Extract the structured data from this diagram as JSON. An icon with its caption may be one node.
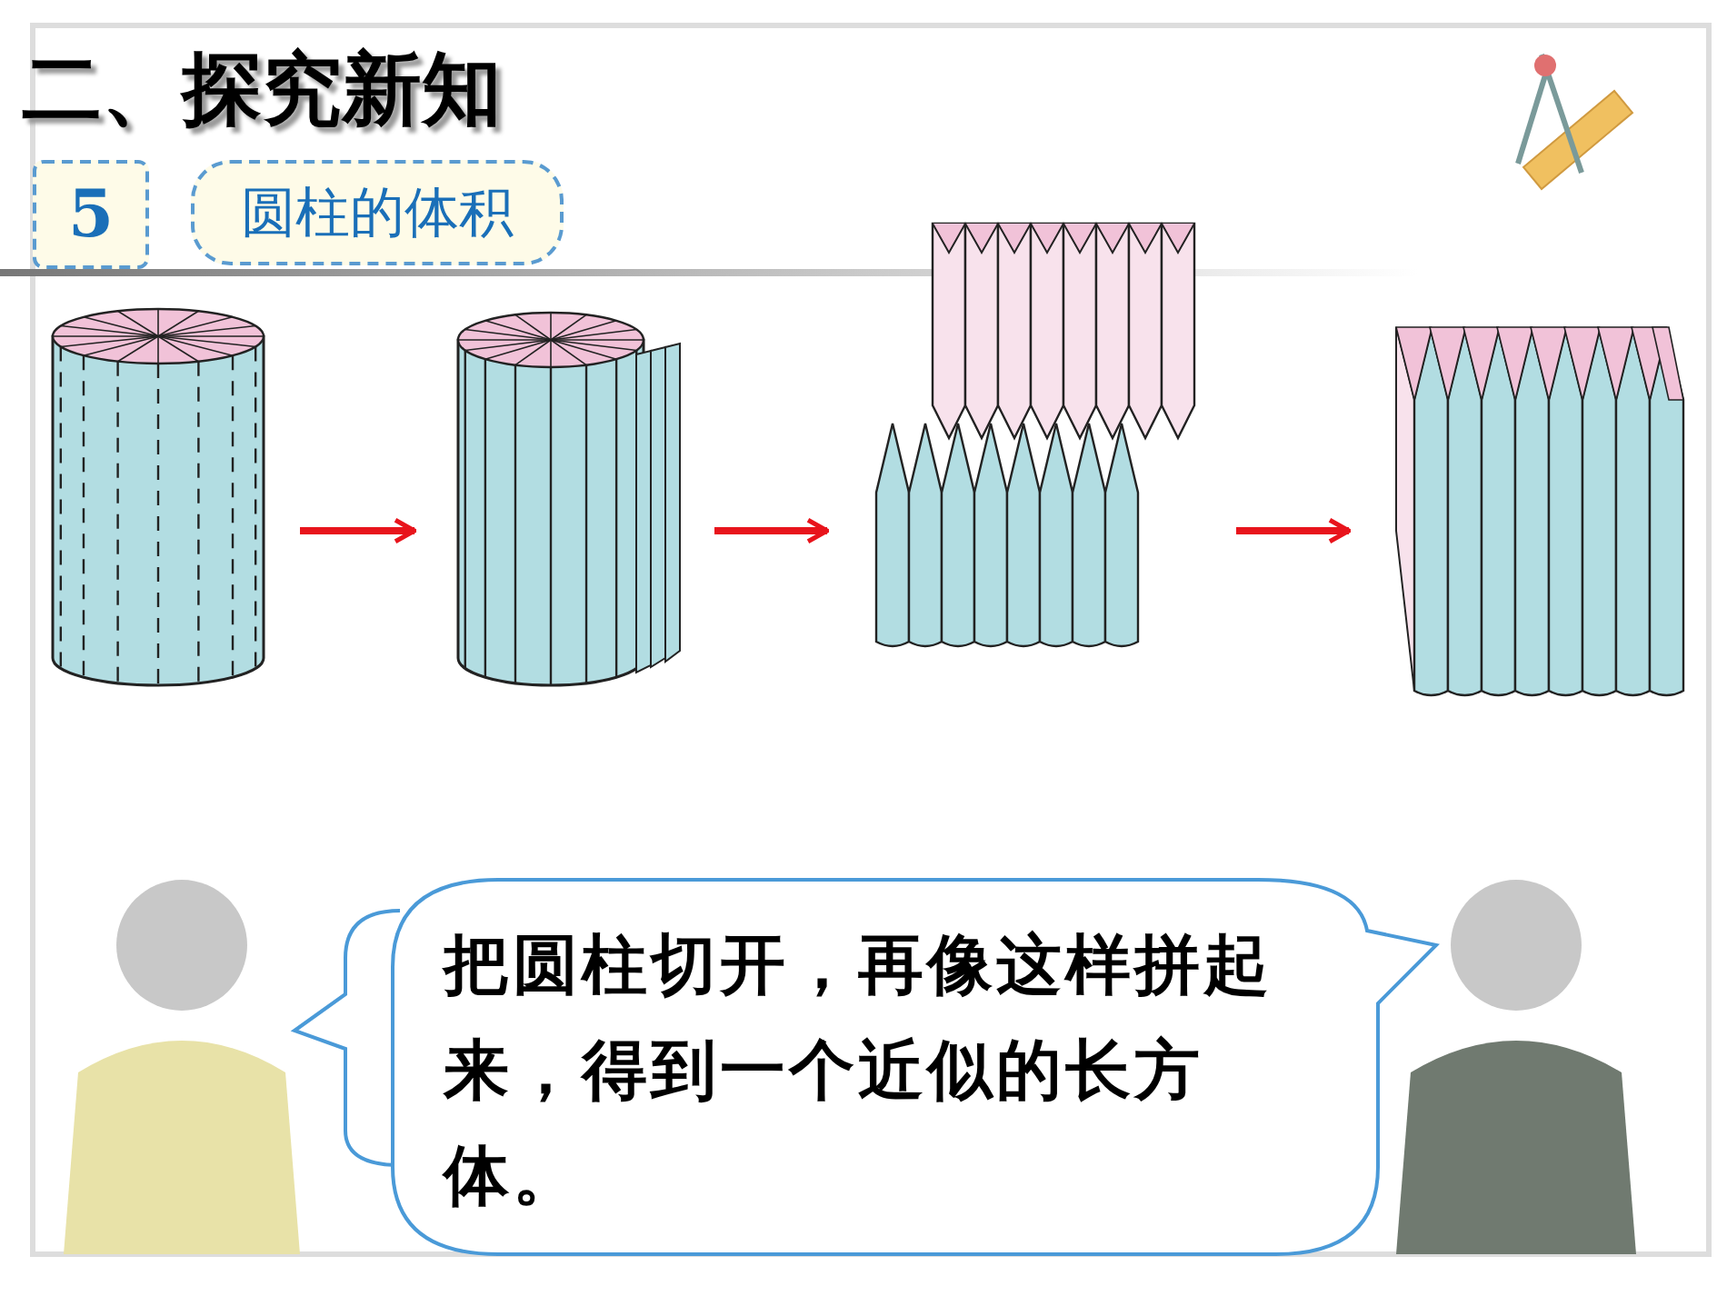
{
  "diagram": {
    "title": "二、探究新知",
    "nodes": [
      {
        "text": [],
        "shape": "picture"
      },
      {
        "text": [],
        "shape": "picture"
      },
      {
        "text": [],
        "shape": "picture"
      },
      {
        "text": [],
        "shape": "picture"
      },
      {
        "text": [],
        "shape": "bubble"
      },
      {
        "text": [
          "把圆柱切开，再像这样拼起来，得到一个近似的长方体。"
        ]
      }
    ],
    "edges": [
      {
        "from": 0,
        "to": 1,
        "arrow": "to"
      },
      {
        "from": 1,
        "to": 2,
        "arrow": "to"
      },
      {
        "from": 2,
        "to": 3,
        "arrow": "to"
      }
    ],
    "labels": [
      "5",
      "圆柱的体积"
    ]
  }
}
